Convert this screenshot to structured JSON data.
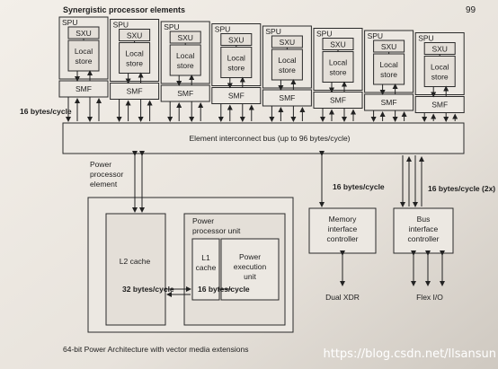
{
  "page_number": "99",
  "spe_group_label": "Synergistic processor elements",
  "spe": {
    "spu_label": "SPU",
    "sxu_label": "SXU",
    "local_store_line1": "Local",
    "local_store_line2": "store",
    "smf_label": "SMF",
    "count": 8
  },
  "eib_label": "Element interconnect bus (up to 96 bytes/cycle)",
  "left_bw_label": "16 bytes/cycle",
  "ppe": {
    "label_line1": "Power",
    "label_line2": "processor",
    "label_line3": "element",
    "l2_label": "L2 cache",
    "ppu_line1": "Power",
    "ppu_line2": "processor unit",
    "l1_line1": "L1",
    "l1_line2": "cache",
    "pxu_line1": "Power",
    "pxu_line2": "execution",
    "pxu_line3": "unit",
    "bw_32": "32 bytes/cycle",
    "bw_16": "16 bytes/cycle",
    "caption": "64-bit Power Architecture with vector media extensions"
  },
  "mic": {
    "line1": "Memory",
    "line2": "interface",
    "line3": "controller",
    "bw_label": "16 bytes/cycle",
    "io_label": "Dual XDR"
  },
  "bic": {
    "line1": "Bus",
    "line2": "interface",
    "line3": "controller",
    "bw_label": "16 bytes/cycle (2x)",
    "io_label": "Flex I/O"
  },
  "watermark": "https://blog.csdn.net/llsansun"
}
